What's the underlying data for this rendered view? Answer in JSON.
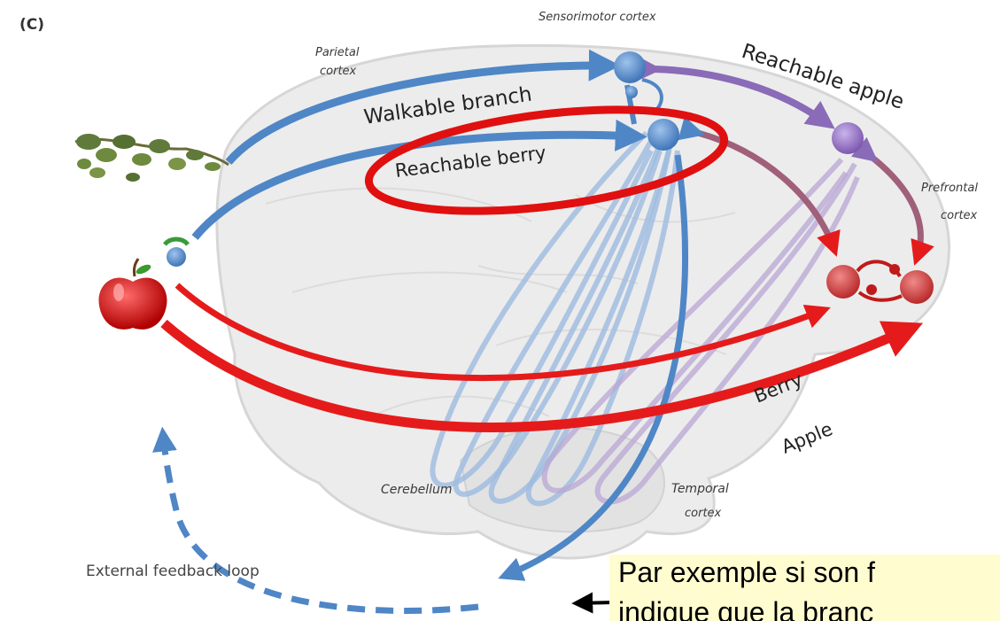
{
  "figure": {
    "panel_label": "(C)",
    "brain_labels": {
      "sensorimotor": "Sensorimotor cortex",
      "parietal_1": "Parietal",
      "parietal_2": "cortex",
      "prefrontal_1": "Prefrontal",
      "prefrontal_2": "cortex",
      "cerebellum": "Cerebellum",
      "temporal_1": "Temporal",
      "temporal_2": "cortex"
    },
    "pathway_labels": {
      "walkable_branch": "Walkable branch",
      "reachable_berry": "Reachable berry",
      "reachable_apple": "Reachable apple",
      "berry": "Berry",
      "apple": "Apple"
    },
    "feedback_label": "External feedback loop",
    "colors": {
      "dorsal_blue": "#4f86c6",
      "ventral_red": "#e51b1b",
      "prefrontal_purple": "#8a6bb8",
      "highlight_ellipse": "#e01010",
      "brain_fill": "#ececec",
      "callout_bg": "#fffdd0"
    }
  },
  "callout": {
    "line1": "Par exemple si son f",
    "line2": "indique que la branc"
  }
}
